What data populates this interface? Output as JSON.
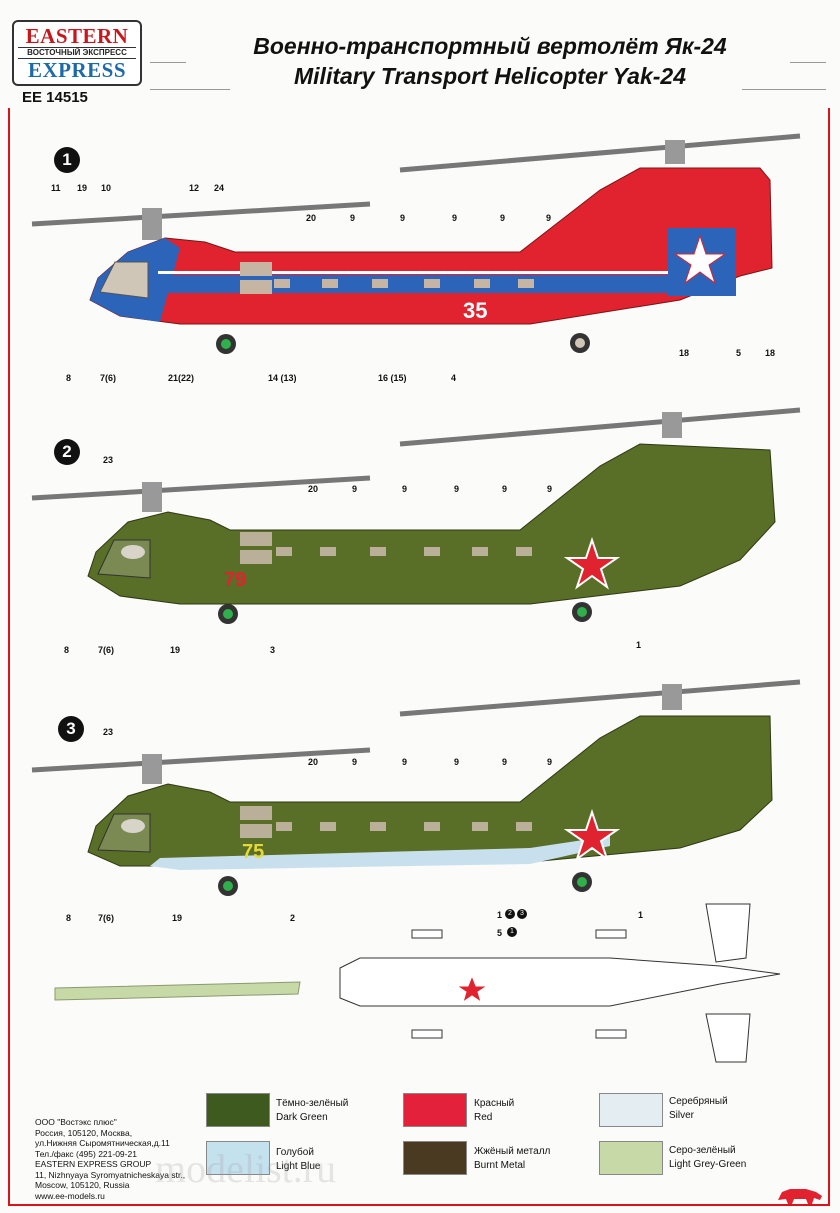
{
  "header": {
    "logo_top": "EASTERN",
    "logo_middle": "ВОСТОЧНЫЙ ЭКСПРЕСС",
    "logo_bottom": "EXPRESS",
    "kit_code": "EE 14515",
    "title_ru": "Военно-транспортный вертолёт Як-24",
    "title_en": "Military Transport Helicopter Yak-24"
  },
  "profiles": [
    {
      "badge": "1",
      "colors": {
        "fuselage": "#e0232e",
        "stripe": "#2b64b8",
        "nose": "#2b64b8"
      },
      "side_number": "35",
      "side_number_color": "#ffffff",
      "callouts": [
        "11",
        "19",
        "10",
        "12",
        "24",
        "20",
        "9",
        "9",
        "9",
        "9",
        "9",
        "8",
        "7(6)",
        "21(22)",
        "14 (13)",
        "16 (15)",
        "4",
        "18",
        "5",
        "18"
      ]
    },
    {
      "badge": "2",
      "colors": {
        "fuselage": "#596e27"
      },
      "side_number": "79",
      "side_number_color": "#e0232e",
      "callouts": [
        "23",
        "20",
        "9",
        "9",
        "9",
        "9",
        "9",
        "8",
        "7(6)",
        "19",
        "3",
        "1"
      ]
    },
    {
      "badge": "3",
      "colors": {
        "fuselage": "#596e27",
        "belly": "#c8e0ee"
      },
      "side_number": "75",
      "side_number_color": "#e7d83a",
      "callouts": [
        "23",
        "20",
        "9",
        "9",
        "9",
        "9",
        "9",
        "8",
        "7(6)",
        "19",
        "2",
        "1"
      ]
    }
  ],
  "topview_callouts": {
    "line1": "1",
    "badges1": [
      "2",
      "3"
    ],
    "line2": "5",
    "badges2": [
      "1"
    ]
  },
  "legend": [
    {
      "ru": "Тёмно-зелёный",
      "en": "Dark Green",
      "color": "#3f5a1e"
    },
    {
      "ru": "Красный",
      "en": "Red",
      "color": "#e3213a"
    },
    {
      "ru": "Серебряный",
      "en": "Silver",
      "color": "#e4edf1"
    },
    {
      "ru": "Голубой",
      "en": "Light Blue",
      "color": "#c4e1ee"
    },
    {
      "ru": "Жжёный металл",
      "en": "Burnt Metal",
      "color": "#4a3a22"
    },
    {
      "ru": "Серо-зелёный",
      "en": "Light Grey-Green",
      "color": "#c7d9a6"
    }
  ],
  "address": [
    "ООО \"Востэкс плюс\"",
    "Россия, 105120, Москва,",
    "ул.Нижняя Сыромятническая,д.11",
    "Тел./факс (495) 221-09-21",
    "EASTERN EXPRESS GROUP",
    "11, Nizhnyaya Syromyatnicheskaya str.,",
    "Moscow, 105120, Russia",
    "www.ee-models.ru"
  ],
  "watermark": "modelist.ru"
}
